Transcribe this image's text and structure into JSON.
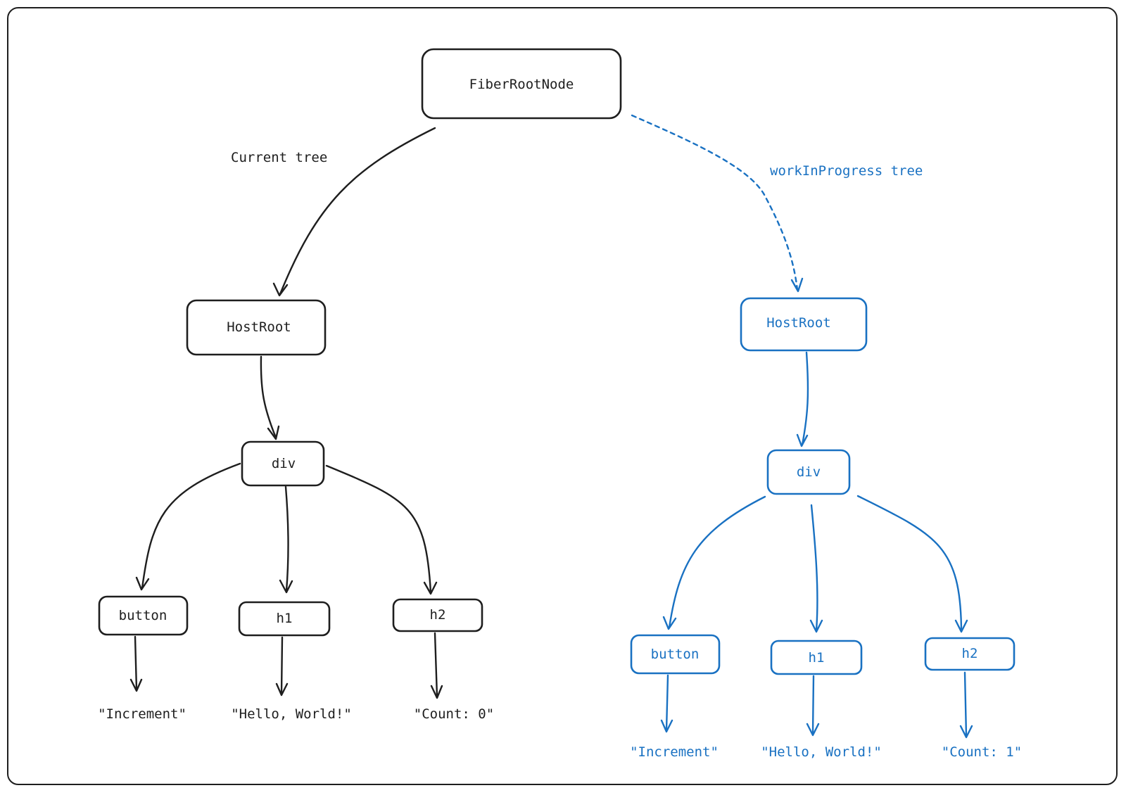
{
  "colors": {
    "current": "#1e1e1e",
    "wip": "#1971c2"
  },
  "root": {
    "label": "FiberRootNode"
  },
  "edge_labels": {
    "current_tree": "Current tree",
    "wip_tree": "workInProgress tree"
  },
  "current_tree": {
    "host_root": "HostRoot",
    "div": "div",
    "children": [
      {
        "tag": "button",
        "text": "\"Increment\""
      },
      {
        "tag": "h1",
        "text": "\"Hello, World!\""
      },
      {
        "tag": "h2",
        "text": "\"Count: 0\""
      }
    ]
  },
  "wip_tree": {
    "host_root": "HostRoot",
    "div": "div",
    "children": [
      {
        "tag": "button",
        "text": "\"Increment\""
      },
      {
        "tag": "h1",
        "text": "\"Hello, World!\""
      },
      {
        "tag": "h2",
        "text": "\"Count: 1\""
      }
    ]
  }
}
